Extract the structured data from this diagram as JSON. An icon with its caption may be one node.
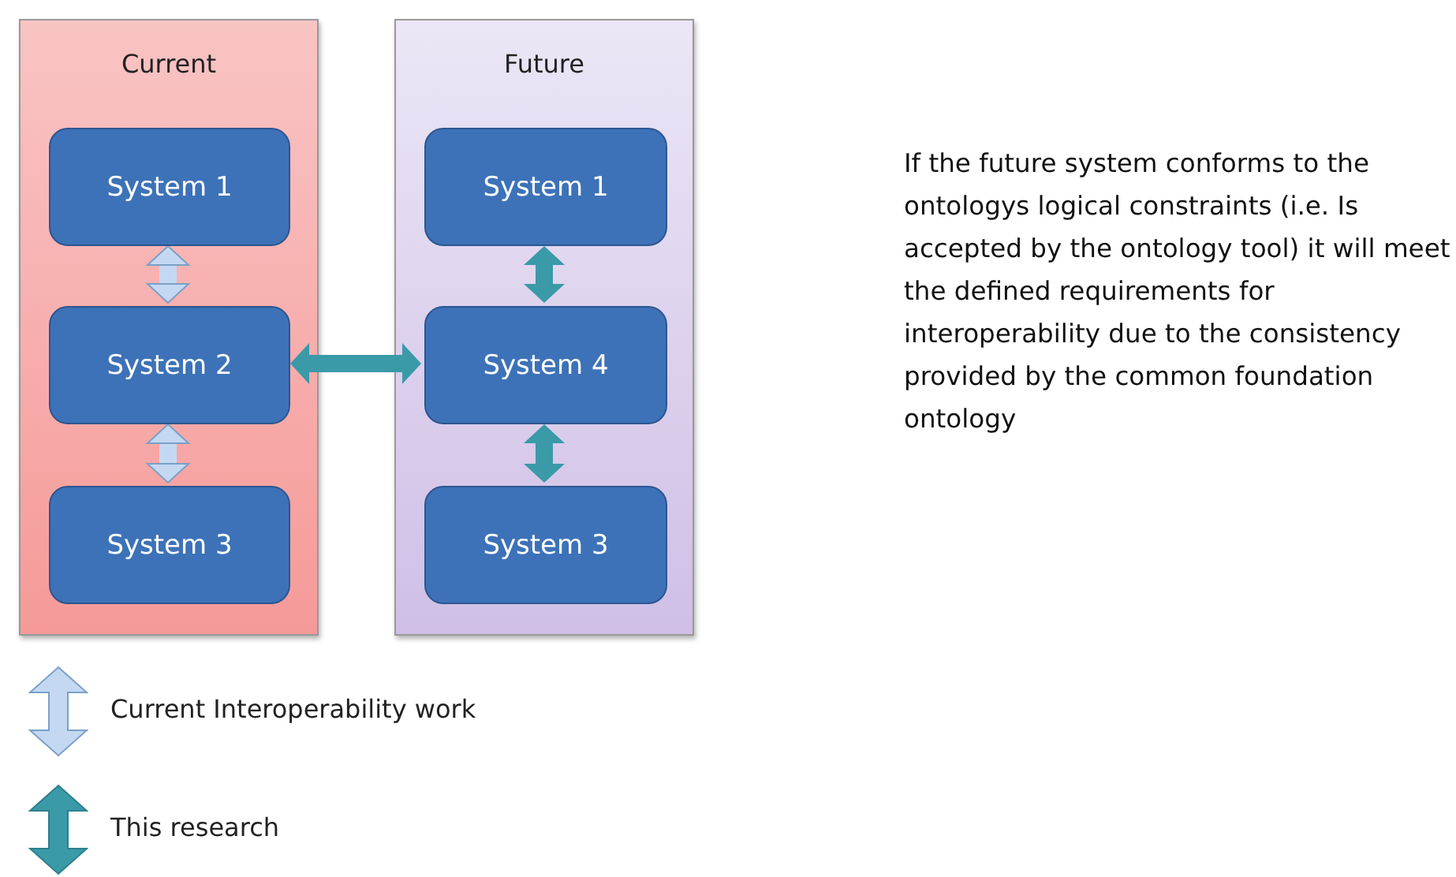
{
  "diagram": {
    "nodes": [
      {
        "text": [
          "Current"
        ]
      },
      {
        "text": [
          "System 1"
        ],
        "in": 0
      },
      {
        "text": [
          "System 2"
        ],
        "in": 0
      },
      {
        "text": [
          "System 3"
        ],
        "in": 0
      },
      {
        "text": [
          "Future"
        ]
      },
      {
        "text": [
          "System 1"
        ],
        "in": 4
      },
      {
        "text": [
          "System 4"
        ],
        "in": 4
      },
      {
        "text": [
          "System 3"
        ],
        "in": 4
      }
    ],
    "edges": [
      {
        "from": 1,
        "to": 2,
        "arrow": "both",
        "color": "#c5d8f2"
      },
      {
        "from": 2,
        "to": 3,
        "arrow": "both",
        "color": "#c5d8f2"
      },
      {
        "from": 2,
        "to": 6,
        "arrow": "both"
      },
      {
        "from": 5,
        "to": 6,
        "arrow": "both"
      },
      {
        "from": 6,
        "to": 7,
        "arrow": "both"
      }
    ],
    "labels": [
      "If the future system conforms to the ontologys logical constraints (i.e. Is accepted by the ontology tool) it will meet the defined requirements for interoperability due to the consistency provided by the common foundation ontology"
    ],
    "legend": [
      {
        "text": "Current Interoperability work"
      },
      {
        "text": "This research"
      }
    ]
  }
}
